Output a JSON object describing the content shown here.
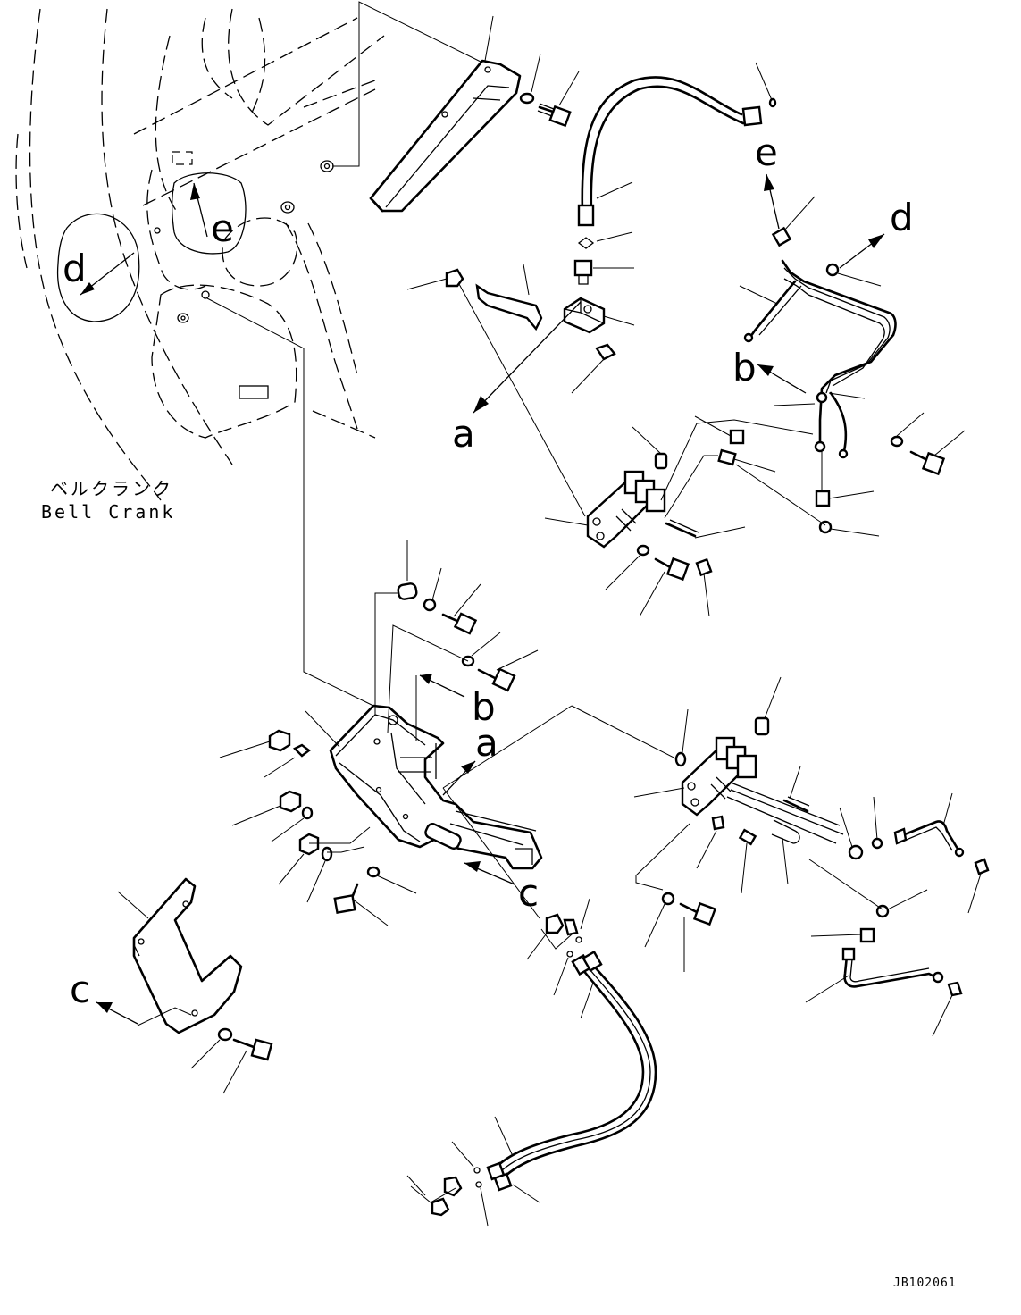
{
  "callouts": {
    "a_top": "a",
    "a_mid": "a",
    "b_top": "b",
    "b_mid": "b",
    "c_mid": "c",
    "c_left": "c",
    "d_left": "d",
    "d_right": "d",
    "e_left": "e",
    "e_right": "e"
  },
  "labels": {
    "bell_crank_jp": "ベルクランク",
    "bell_crank_en": "Bell Crank"
  },
  "drawing_code": "JB102061"
}
